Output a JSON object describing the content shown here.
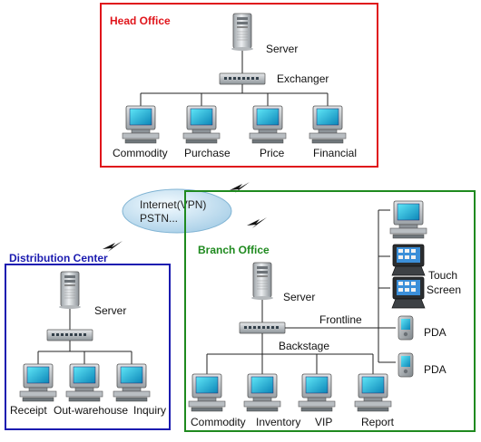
{
  "head_office": {
    "title": "Head Office",
    "server_label": "Server",
    "switch_label": "Exchanger",
    "clients": [
      "Commodity",
      "Purchase",
      "Price",
      "Financial"
    ]
  },
  "internet": {
    "line1": "Internet(VPN)",
    "line2": "PSTN..."
  },
  "distribution_center": {
    "title": "Distribution Center",
    "server_label": "Server",
    "clients": [
      "Receipt",
      "Out-warehouse",
      "Inquiry"
    ]
  },
  "branch_office": {
    "title": "Branch Office",
    "server_label": "Server",
    "frontline_label": "Frontline",
    "backstage_label": "Backstage",
    "clients": [
      "Commodity",
      "Inventory",
      "VIP",
      "Report"
    ],
    "touch_label_1": "Touch",
    "touch_label_2": "Screen",
    "pda_labels": [
      "PDA",
      "PDA"
    ]
  },
  "colors": {
    "head_office": "#e0151b",
    "distribution_center": "#1b1bb0",
    "branch_office": "#1f8a1f"
  }
}
